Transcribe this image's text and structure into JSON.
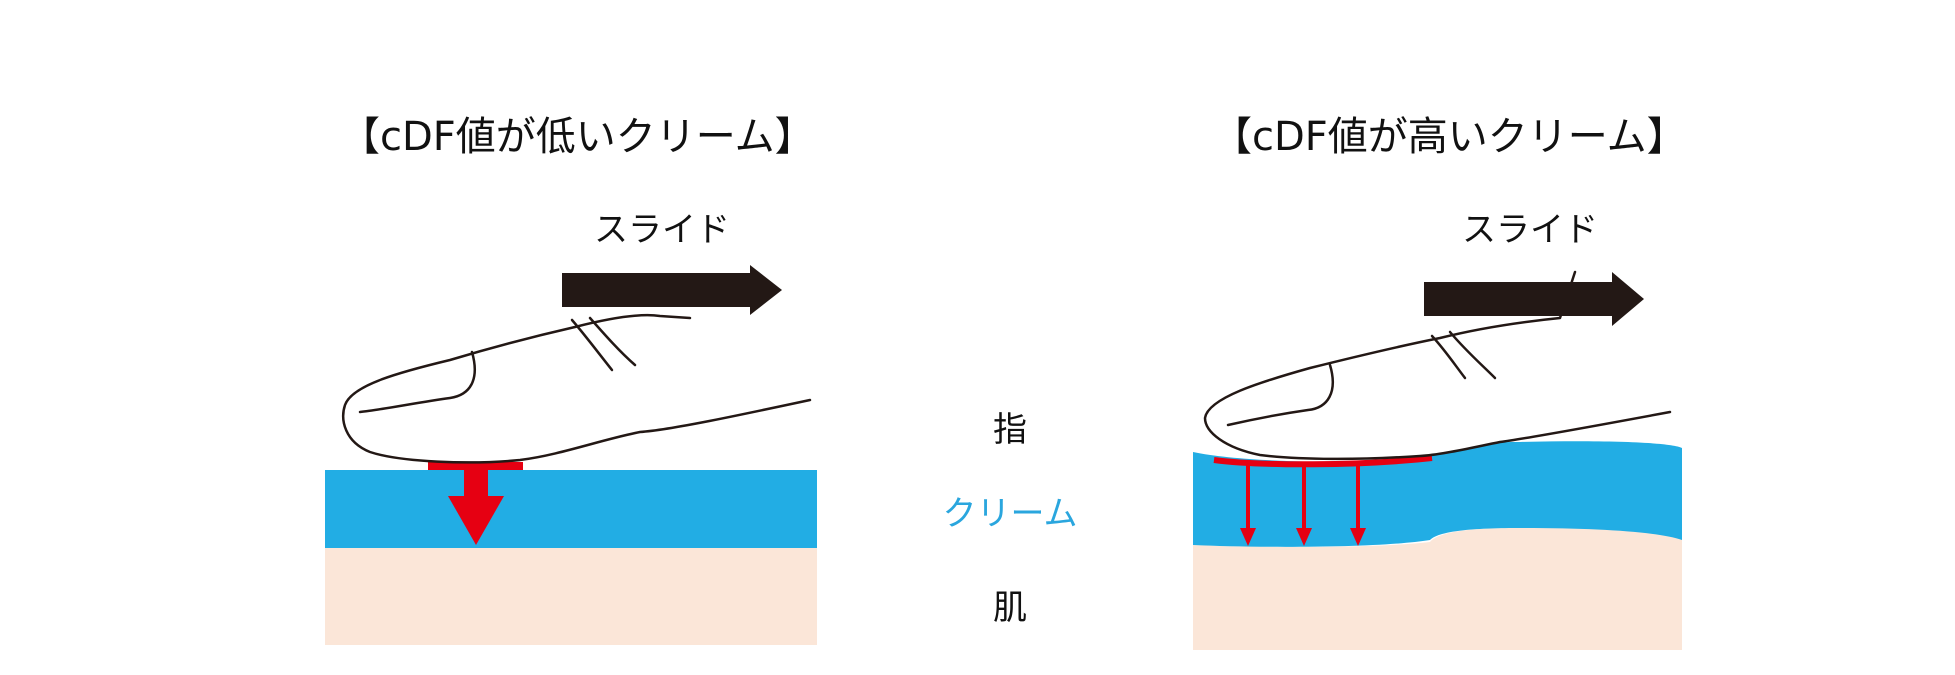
{
  "colors": {
    "cream": "#22ade4",
    "skin": "#fbe6d8",
    "arrow_red": "#e60012",
    "slide_arrow": "#231815",
    "text": "#111111",
    "cream_label": "#2aa6de"
  },
  "left_panel": {
    "title": "【cDF値が低いクリーム】",
    "slide_label": "スライド"
  },
  "right_panel": {
    "title": "【cDF値が高いクリーム】",
    "slide_label": "スライド"
  },
  "legend": {
    "finger": "指",
    "cream": "クリーム",
    "skin": "肌"
  },
  "icons": [
    "finger-icon",
    "slide-arrow-icon",
    "pressure-arrow-icon"
  ]
}
